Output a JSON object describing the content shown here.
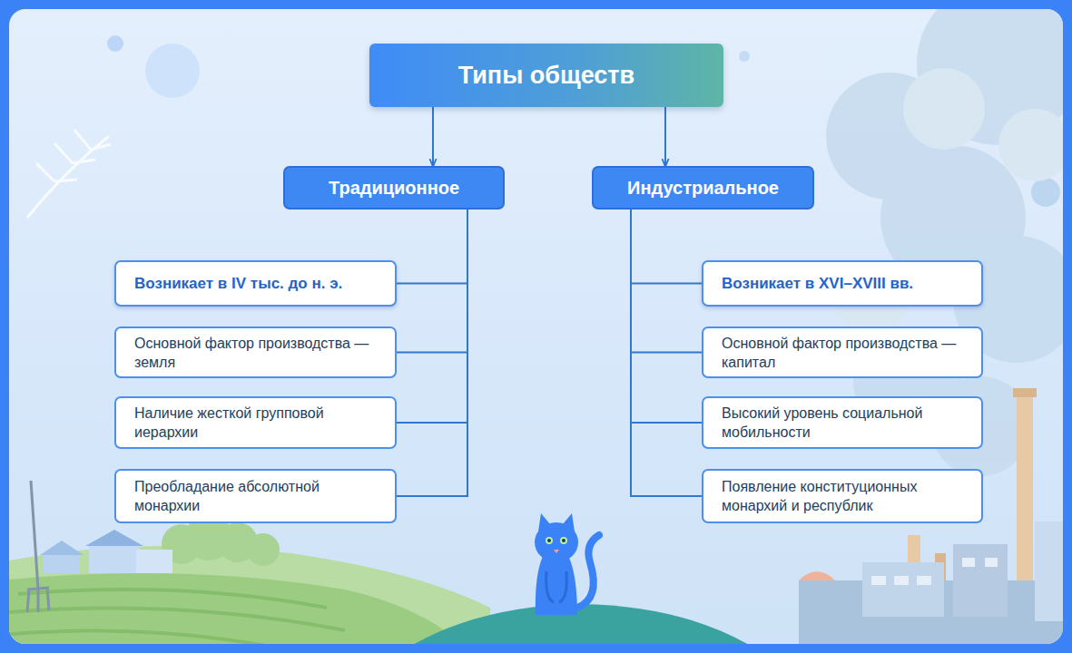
{
  "diagram": {
    "nodes": [
      {
        "text": [
          "Типы обществ"
        ]
      },
      {
        "text": [
          "Традиционное"
        ]
      },
      {
        "text": [
          "Индустриальное"
        ]
      },
      {
        "text": [
          "Возникает в IV тыс. до н. э."
        ]
      },
      {
        "text": [
          "Основной фактор производства — земля"
        ]
      },
      {
        "text": [
          "Наличие жесткой групповой иерархии"
        ]
      },
      {
        "text": [
          "Преобладание абсолютной монархии"
        ]
      },
      {
        "text": [
          "Возникает в XVI–XVIII вв."
        ]
      },
      {
        "text": [
          "Основной фактор производства — капитал"
        ]
      },
      {
        "text": [
          "Высокий уровень социальной мобильности"
        ]
      },
      {
        "text": [
          "Появление конституционных монархий и республик"
        ]
      }
    ],
    "edges": [
      {
        "from": 0,
        "to": 1,
        "arrow": "to"
      },
      {
        "from": 0,
        "to": 2,
        "arrow": "to"
      },
      {
        "from": 1,
        "to": 3,
        "arrow": "none"
      },
      {
        "from": 1,
        "to": 4,
        "arrow": "none"
      },
      {
        "from": 1,
        "to": 5,
        "arrow": "none"
      },
      {
        "from": 1,
        "to": 6,
        "arrow": "none"
      },
      {
        "from": 2,
        "to": 7,
        "arrow": "none"
      },
      {
        "from": 2,
        "to": 8,
        "arrow": "none"
      },
      {
        "from": 2,
        "to": 9,
        "arrow": "none"
      },
      {
        "from": 2,
        "to": 10,
        "arrow": "none"
      }
    ]
  }
}
